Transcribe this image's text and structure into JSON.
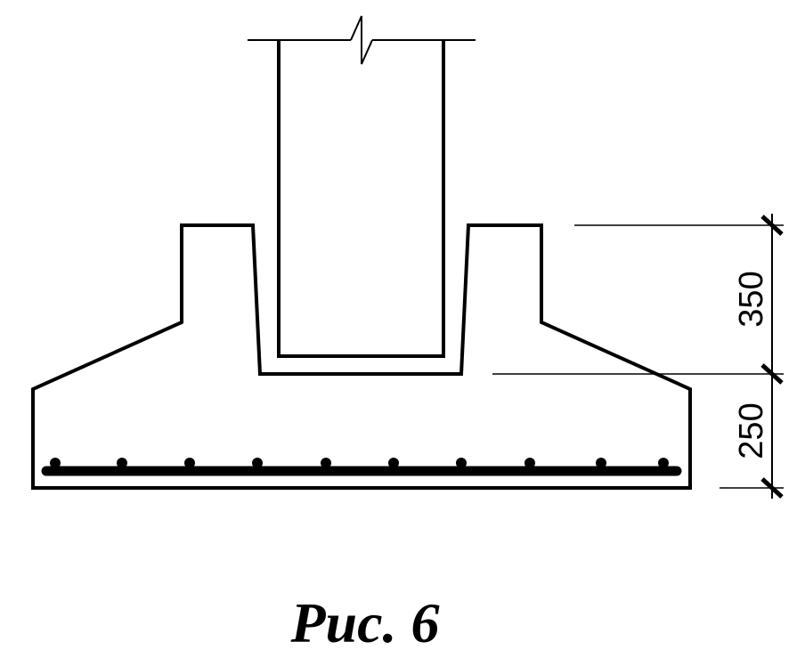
{
  "drawing": {
    "dimensions": {
      "upper": "350",
      "lower": "250"
    },
    "caption": "Рис. 6"
  }
}
